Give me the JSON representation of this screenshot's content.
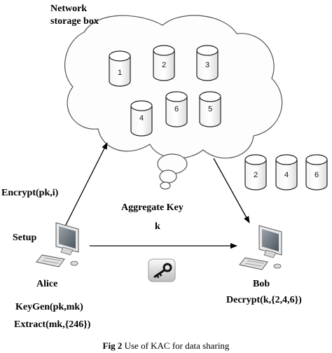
{
  "cloud": {
    "title_line1": "Network",
    "title_line2": "storage box",
    "cylinders": [
      "1",
      "2",
      "3",
      "4",
      "6",
      "5"
    ]
  },
  "bob_files": [
    "2",
    "4",
    "6"
  ],
  "labels": {
    "encrypt": "Encrypt(pk,i)",
    "aggregate_key": "Aggregate Key",
    "k": "k",
    "setup": "Setup",
    "alice": "Alice",
    "bob": "Bob",
    "keygen": "KeyGen(pk,mk)",
    "extract": "Extract(mk,{246})",
    "decrypt": "Decrypt(k,{2,4,6})"
  },
  "caption": {
    "bold": "Fig 2",
    "text": " Use of KAC for data sharing"
  }
}
